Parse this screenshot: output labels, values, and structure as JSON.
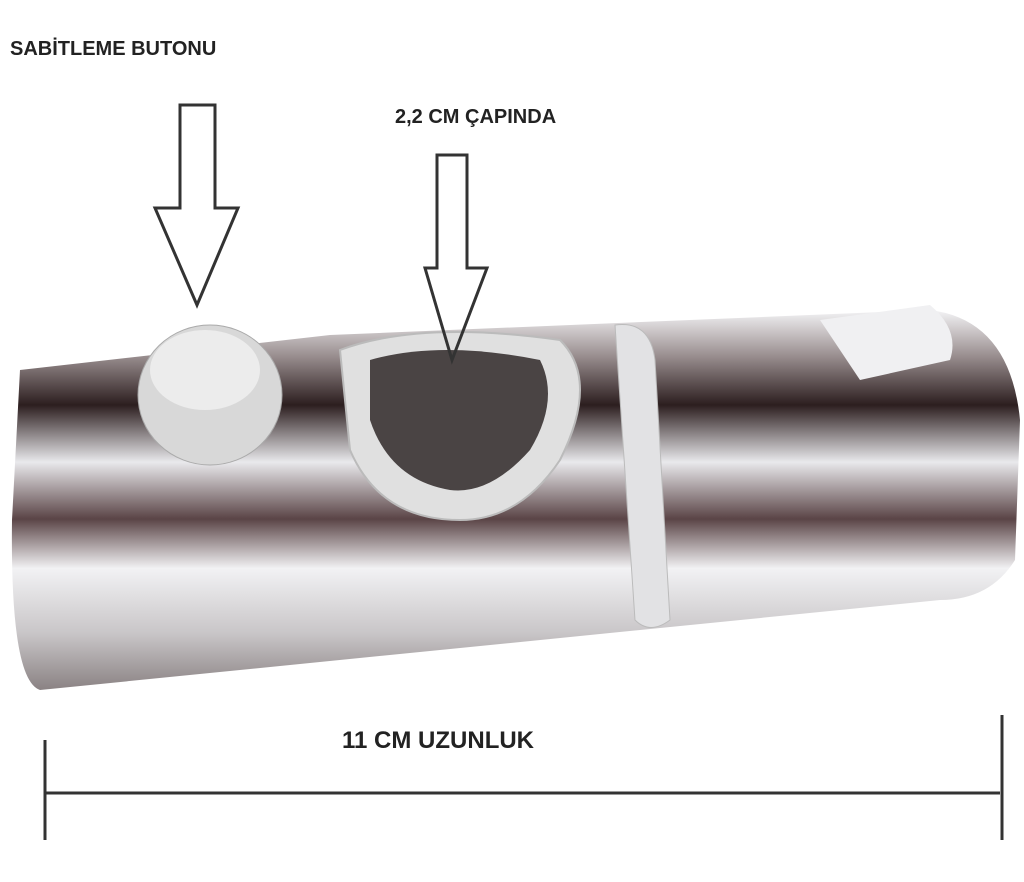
{
  "labels": {
    "button": "SABİTLEME BUTONU",
    "diameter": "2,2 CM ÇAPINDA",
    "length": "11 CM UZUNLUK"
  },
  "colors": {
    "chrome_light": "#e8e8ea",
    "chrome_dark": "#3a2a2a",
    "plastic": "#d9d9d9"
  }
}
